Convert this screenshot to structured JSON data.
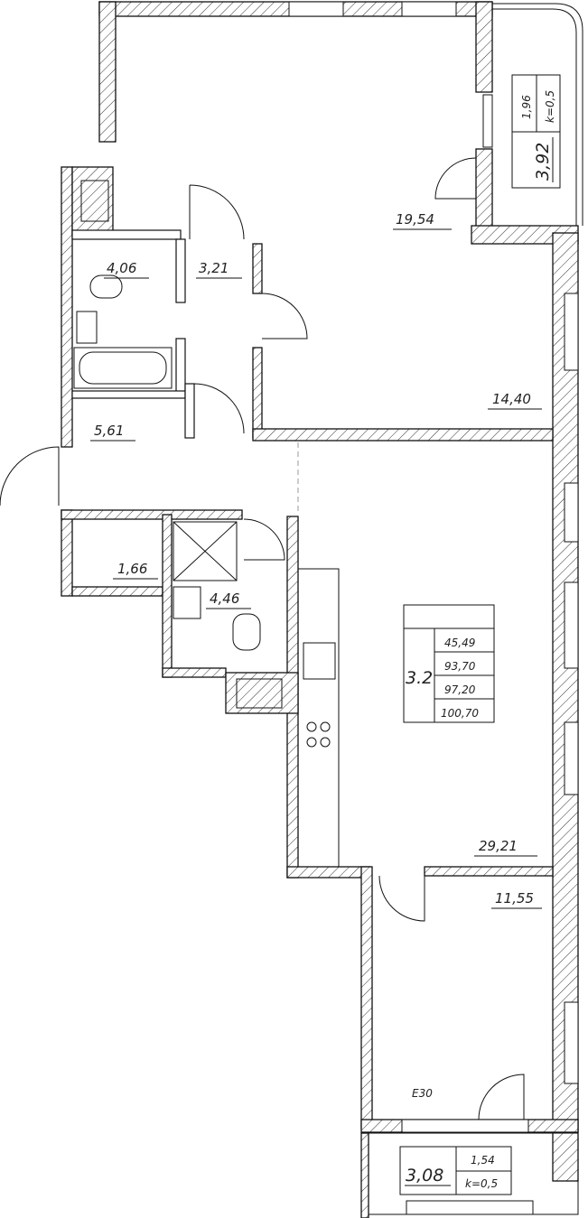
{
  "apartment": {
    "rooms": [
      {
        "id": "bedroom-top",
        "area": "19,54"
      },
      {
        "id": "bathroom",
        "area": "4,06"
      },
      {
        "id": "hall-small",
        "area": "3,21"
      },
      {
        "id": "bedroom-middle",
        "area": "14,40"
      },
      {
        "id": "corridor",
        "area": "5,61"
      },
      {
        "id": "storage",
        "area": "1,66"
      },
      {
        "id": "shower-room",
        "area": "4,46"
      },
      {
        "id": "living-kitchen",
        "area": "29,21"
      },
      {
        "id": "bedroom-bottom",
        "area": "11,55"
      }
    ],
    "summary": {
      "apartment_no": "3.2",
      "values": [
        "45,49",
        "93,70",
        "97,20",
        "100,70"
      ]
    },
    "balcony_top": {
      "area": "3,92",
      "reduced_area": "1,96",
      "coef": "k=0,5"
    },
    "balcony_bottom": {
      "area": "3,08",
      "reduced_area": "1,54",
      "coef": "k=0,5"
    },
    "door_mark": "E30"
  }
}
